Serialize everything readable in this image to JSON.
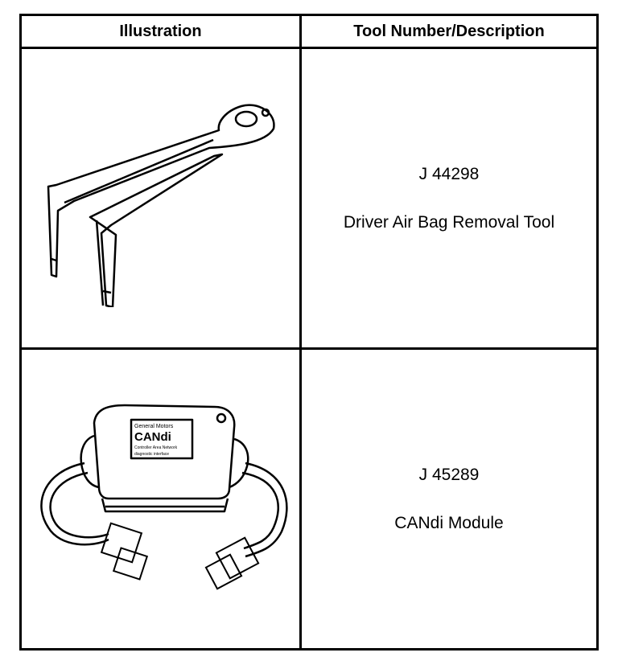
{
  "table": {
    "headers": [
      "Illustration",
      "Tool Number/Description"
    ],
    "rows": [
      {
        "illustration": "air-bag-removal-tool-drawing",
        "tool_number": "J 44298",
        "description": "Driver Air Bag Removal Tool"
      },
      {
        "illustration": "candi-module-drawing",
        "tool_number": "J 45289",
        "description": "CANdi Module",
        "label_lines": [
          "General Motors",
          "CANdi",
          "Controller Area Network",
          "diagnostic interface"
        ]
      }
    ]
  }
}
